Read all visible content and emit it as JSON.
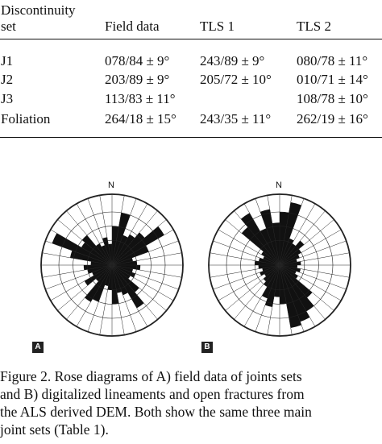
{
  "table": {
    "header": {
      "col1_line1": "Discontinuity",
      "col1_line2": "set",
      "col2": "Field data",
      "col3": "TLS 1",
      "col4": "TLS 2"
    },
    "rows": [
      {
        "set": "J1",
        "field": "078/84 ± 9°",
        "tls1": "243/89 ± 9°",
        "tls2": "080/78 ± 11°"
      },
      {
        "set": "J2",
        "field": "203/89 ± 9°",
        "tls1": "205/72 ± 10°",
        "tls2": "010/71 ± 14°"
      },
      {
        "set": "J3",
        "field": "113/83 ± 11°",
        "tls1": "",
        "tls2": "108/78 ± 10°"
      },
      {
        "set": "Foliation",
        "field": "264/18 ± 15°",
        "tls1": "243/35 ± 11°",
        "tls2": "262/19 ± 16°"
      }
    ]
  },
  "figure": {
    "north_label": "N",
    "panel_a_label": "A",
    "panel_b_label": "B",
    "colors": {
      "petal": "#111111",
      "grid": "#222222"
    },
    "rose_a": [
      0.55,
      0.75,
      0.45,
      0.5,
      0.6,
      0.85,
      0.55,
      0.3,
      0.35,
      0.4,
      0.3,
      0.35,
      0.3,
      0.5,
      0.7,
      0.45,
      0.4,
      0.55,
      0.35,
      0.3,
      0.55,
      0.6,
      0.3,
      0.45,
      0.3,
      0.35,
      0.4,
      0.3,
      0.6,
      0.9,
      0.5,
      0.55,
      0.35,
      0.3,
      0.4,
      0.3
    ],
    "rose_b": [
      0.75,
      0.9,
      0.4,
      0.35,
      0.45,
      0.35,
      0.3,
      0.25,
      0.3,
      0.25,
      0.3,
      0.25,
      0.3,
      0.6,
      0.75,
      0.85,
      0.9,
      0.55,
      0.45,
      0.6,
      0.5,
      0.35,
      0.3,
      0.25,
      0.3,
      0.25,
      0.3,
      0.35,
      0.3,
      0.25,
      0.3,
      0.7,
      0.85,
      0.55,
      0.8,
      0.6
    ]
  },
  "caption": {
    "line1": "Figure 2.   Rose diagrams of A) field data of joints sets",
    "line2": "and B) digitalized lineaments and open fractures from",
    "line3": "the ALS derived DEM. Both show the same three main",
    "line4": "joint sets (Table 1)."
  }
}
